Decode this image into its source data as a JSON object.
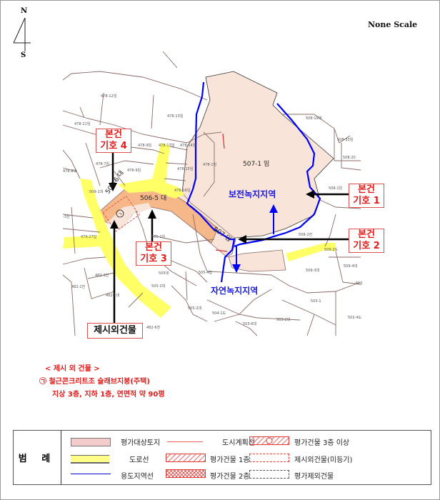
{
  "header": {
    "north_label": "N",
    "south_label": "S",
    "scale_label": "None Scale"
  },
  "map": {
    "colors": {
      "subject_land": "#f9e4d9",
      "subject_land_dark": "#f7b889",
      "road": "#ffff66",
      "zone_line": "#0000ff",
      "parcel_line": "#8b6a66",
      "callout_red": "#e21b1b"
    },
    "subject_parcels": [
      {
        "id": "507-1",
        "label": "507-1 임"
      },
      {
        "id": "506-5",
        "label": "506-5 대"
      },
      {
        "id": "506-6",
        "label": "506-6 대"
      },
      {
        "id": "507",
        "label": "507 임"
      }
    ],
    "parcel_labels": [
      "478-12임",
      "478-13임",
      "478-11임",
      "478-9임",
      "478-17임",
      "478-14임",
      "478-7임",
      "478-8대",
      "478-9임",
      "478-15임",
      "478-16임",
      "478-1임",
      "509-1대",
      "505-1임",
      "479-27답",
      "482-3전",
      "482-2전",
      "482-1대",
      "482-6전",
      "505대",
      "505-2대",
      "505-4답",
      "505-2대",
      "504-1도",
      "503-6대",
      "503-2대",
      "503-1",
      "502-4도",
      "508-1임",
      "508-19대",
      "508-33임",
      "508-2대",
      "508-2전",
      "509-2도",
      "509-3대",
      "509-4대",
      "512",
      "-3전"
    ],
    "zone_labels": {
      "conservation": "보전녹지지역",
      "natural": "자연녹지지역"
    },
    "callouts": [
      {
        "id": "1",
        "line1": "본건",
        "line2": "기호 1"
      },
      {
        "id": "2",
        "line1": "본건",
        "line2": "기호 2"
      },
      {
        "id": "3",
        "line1": "본건",
        "line2": "기호 3"
      },
      {
        "id": "4",
        "line1": "본건",
        "line2": "기호 4"
      }
    ],
    "non_presented_building_callout": "제시외건물",
    "building_marker": "㉠"
  },
  "notes": {
    "title": "< 제시 외 건물 >",
    "line1": "㉠ 철근콘크리트조 슬래브지붕(주택)",
    "line2": "지상 3층, 지하 1층, 연면적 약 90평"
  },
  "legend": {
    "title": "범 례",
    "items": [
      {
        "label": "평가대상토지",
        "symbol": "pink-box"
      },
      {
        "label": "도로선",
        "symbol": "yellow-box"
      },
      {
        "label": "용도지역선",
        "symbol": "blue-line"
      },
      {
        "label": "도시계획선",
        "symbol": "red-line"
      },
      {
        "label": "평가건물 1층",
        "symbol": "red-hatch"
      },
      {
        "label": "평가건물 2층",
        "symbol": "red-crosshatch"
      },
      {
        "label": "평가건물 3층 이상",
        "symbol": "red-hatch-circle"
      },
      {
        "label": "제시외건물(미등기)",
        "symbol": "red-dashed-box"
      },
      {
        "label": "평가제외건물",
        "symbol": "gray-dashed-box"
      }
    ]
  }
}
